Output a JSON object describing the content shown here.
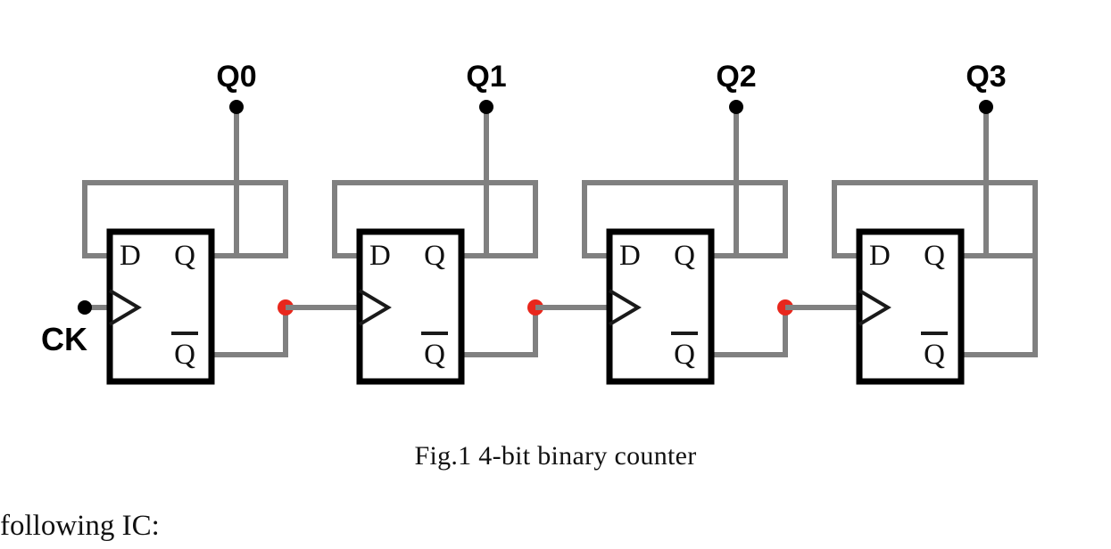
{
  "figure": {
    "caption": "Fig.1 4-bit binary counter",
    "clock_input_label": "CK",
    "output_labels": [
      "Q0",
      "Q1",
      "Q2",
      "Q3"
    ],
    "flipflops": [
      {
        "d_label": "D",
        "q_label": "Q",
        "qbar_label": "Q",
        "qbar_overbar": true,
        "clock_symbol": "edge-triangle"
      },
      {
        "d_label": "D",
        "q_label": "Q",
        "qbar_label": "Q",
        "qbar_overbar": true,
        "clock_symbol": "edge-triangle"
      },
      {
        "d_label": "D",
        "q_label": "Q",
        "qbar_label": "Q",
        "qbar_overbar": true,
        "clock_symbol": "edge-triangle"
      },
      {
        "d_label": "D",
        "q_label": "Q",
        "qbar_label": "Q",
        "qbar_overbar": true,
        "clock_symbol": "edge-triangle"
      }
    ],
    "colors": {
      "wire": "#808080",
      "box_border": "#000000",
      "junction_dot": "#e8271c",
      "terminal_dot": "#000000",
      "background": "#ffffff"
    }
  },
  "document": {
    "trailing_text": "following IC:"
  }
}
